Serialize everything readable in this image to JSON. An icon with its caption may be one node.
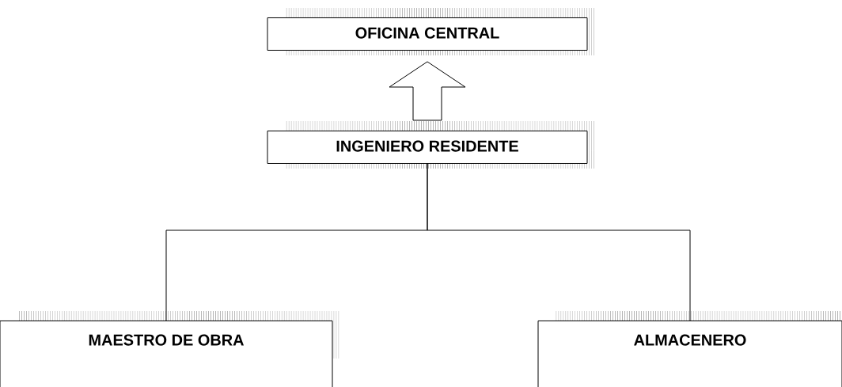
{
  "diagram": {
    "nodes": [
      {
        "text": [
          "OFICINA CENTRAL"
        ]
      },
      {
        "text": [
          "INGENIERO RESIDENTE"
        ]
      },
      {
        "text": [
          "MAESTRO DE OBRA"
        ]
      },
      {
        "text": [
          "ALMACENERO"
        ]
      }
    ],
    "edges": [
      {
        "from": 1,
        "to": 0,
        "arrow": "to"
      },
      {
        "from": 1,
        "to": 2,
        "arrow": "none"
      },
      {
        "from": 1,
        "to": 3,
        "arrow": "none"
      }
    ]
  }
}
